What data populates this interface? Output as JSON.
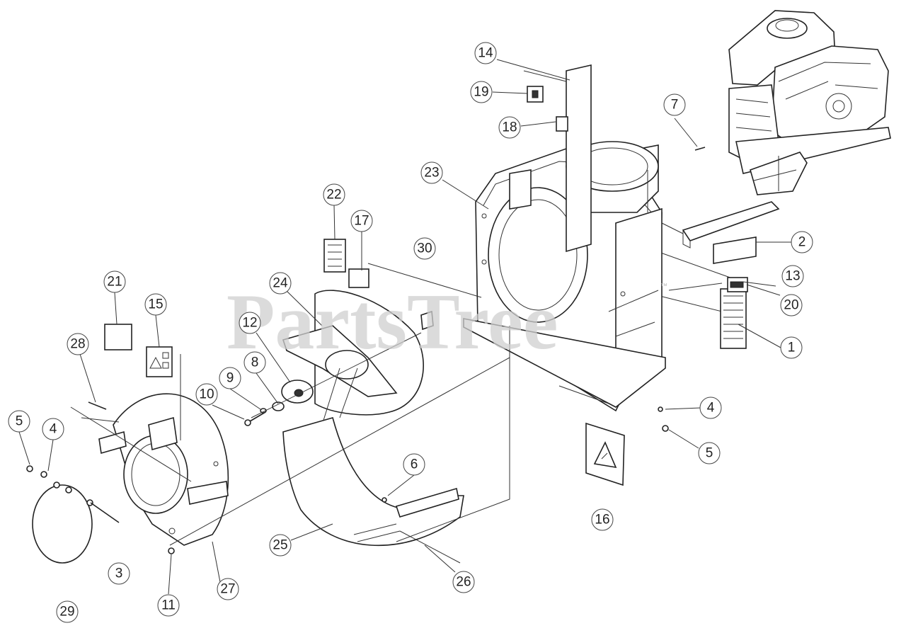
{
  "watermark": {
    "text": "PartsTree",
    "tm": "™"
  },
  "callouts": [
    "1",
    "2",
    "3",
    "4",
    "4",
    "5",
    "5",
    "6",
    "7",
    "8",
    "9",
    "10",
    "11",
    "12",
    "13",
    "14",
    "15",
    "16",
    "17",
    "18",
    "19",
    "20",
    "21",
    "22",
    "23",
    "24",
    "25",
    "26",
    "27",
    "28",
    "29",
    "30"
  ]
}
